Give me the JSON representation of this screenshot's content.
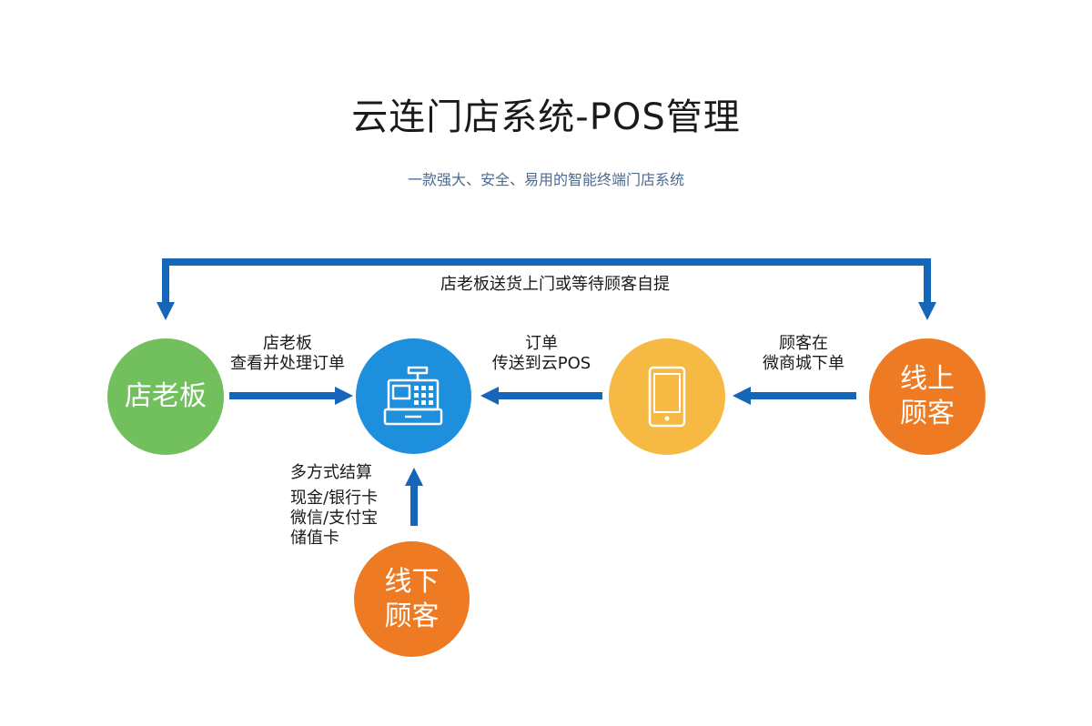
{
  "title": "云连门店系统-POS管理",
  "subtitle": "一款强大、安全、易用的智能终端门店系统",
  "colors": {
    "arrow": "#1565b8",
    "owner": "#72bf5e",
    "pos": "#1e8fdc",
    "mobile": "#f6b944",
    "customer": "#ee7b23"
  },
  "nodes": {
    "owner": {
      "label": "店老板"
    },
    "pos": {
      "icon": "cash-register-icon"
    },
    "mobile": {
      "icon": "tablet-icon"
    },
    "online_customer": {
      "line1": "线上",
      "line2": "顾客"
    },
    "offline_customer": {
      "line1": "线下",
      "line2": "顾客"
    }
  },
  "edges": {
    "top_loop": "店老板送货上门或等待顾客自提",
    "owner_to_pos": {
      "line1": "店老板",
      "line2": "查看并处理订单"
    },
    "mobile_to_pos": {
      "line1": "订单",
      "line2": "传送到云POS"
    },
    "customer_to_mobile": {
      "line1": "顾客在",
      "line2": "微商城下单"
    },
    "offline_to_pos": {
      "line1": "多方式结算",
      "line2": "现金/银行卡",
      "line3": "微信/支付宝",
      "line4": "储值卡"
    }
  }
}
